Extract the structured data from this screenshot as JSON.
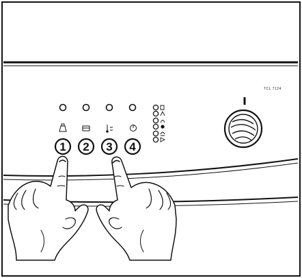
{
  "panel": {
    "model_label": "TCL 7124",
    "buttons": [
      {
        "number": "1",
        "symbol": "prewash-icon"
      },
      {
        "number": "2",
        "symbol": "extra-rinse-icon"
      },
      {
        "number": "3",
        "symbol": "temperature-icon"
      },
      {
        "number": "4",
        "symbol": "start-pause-icon"
      }
    ],
    "indicator_lights": 6,
    "active_indicator": 4,
    "program_dial": "program-selector-knob"
  },
  "illustration": {
    "hands": "two-hands-index-fingers-pressing-buttons-1-and-3"
  },
  "colors": {
    "ink": "#111111",
    "paper": "#ffffff"
  }
}
